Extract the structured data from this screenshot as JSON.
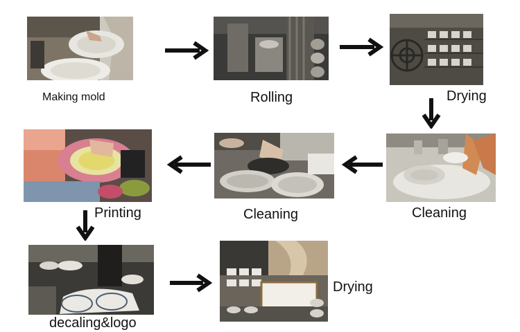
{
  "steps": [
    {
      "id": "making-mold",
      "label": "Making mold"
    },
    {
      "id": "rolling",
      "label": "Rolling"
    },
    {
      "id": "drying-1",
      "label": "Drying"
    },
    {
      "id": "cleaning-1",
      "label": "Cleaning"
    },
    {
      "id": "cleaning-2",
      "label": "Cleaning"
    },
    {
      "id": "printing",
      "label": "Printing"
    },
    {
      "id": "decaling",
      "label": "decaling&logo"
    },
    {
      "id": "drying-2",
      "label": "Drying"
    }
  ],
  "colors": {
    "arrow": "#111111",
    "background": "#ffffff"
  }
}
